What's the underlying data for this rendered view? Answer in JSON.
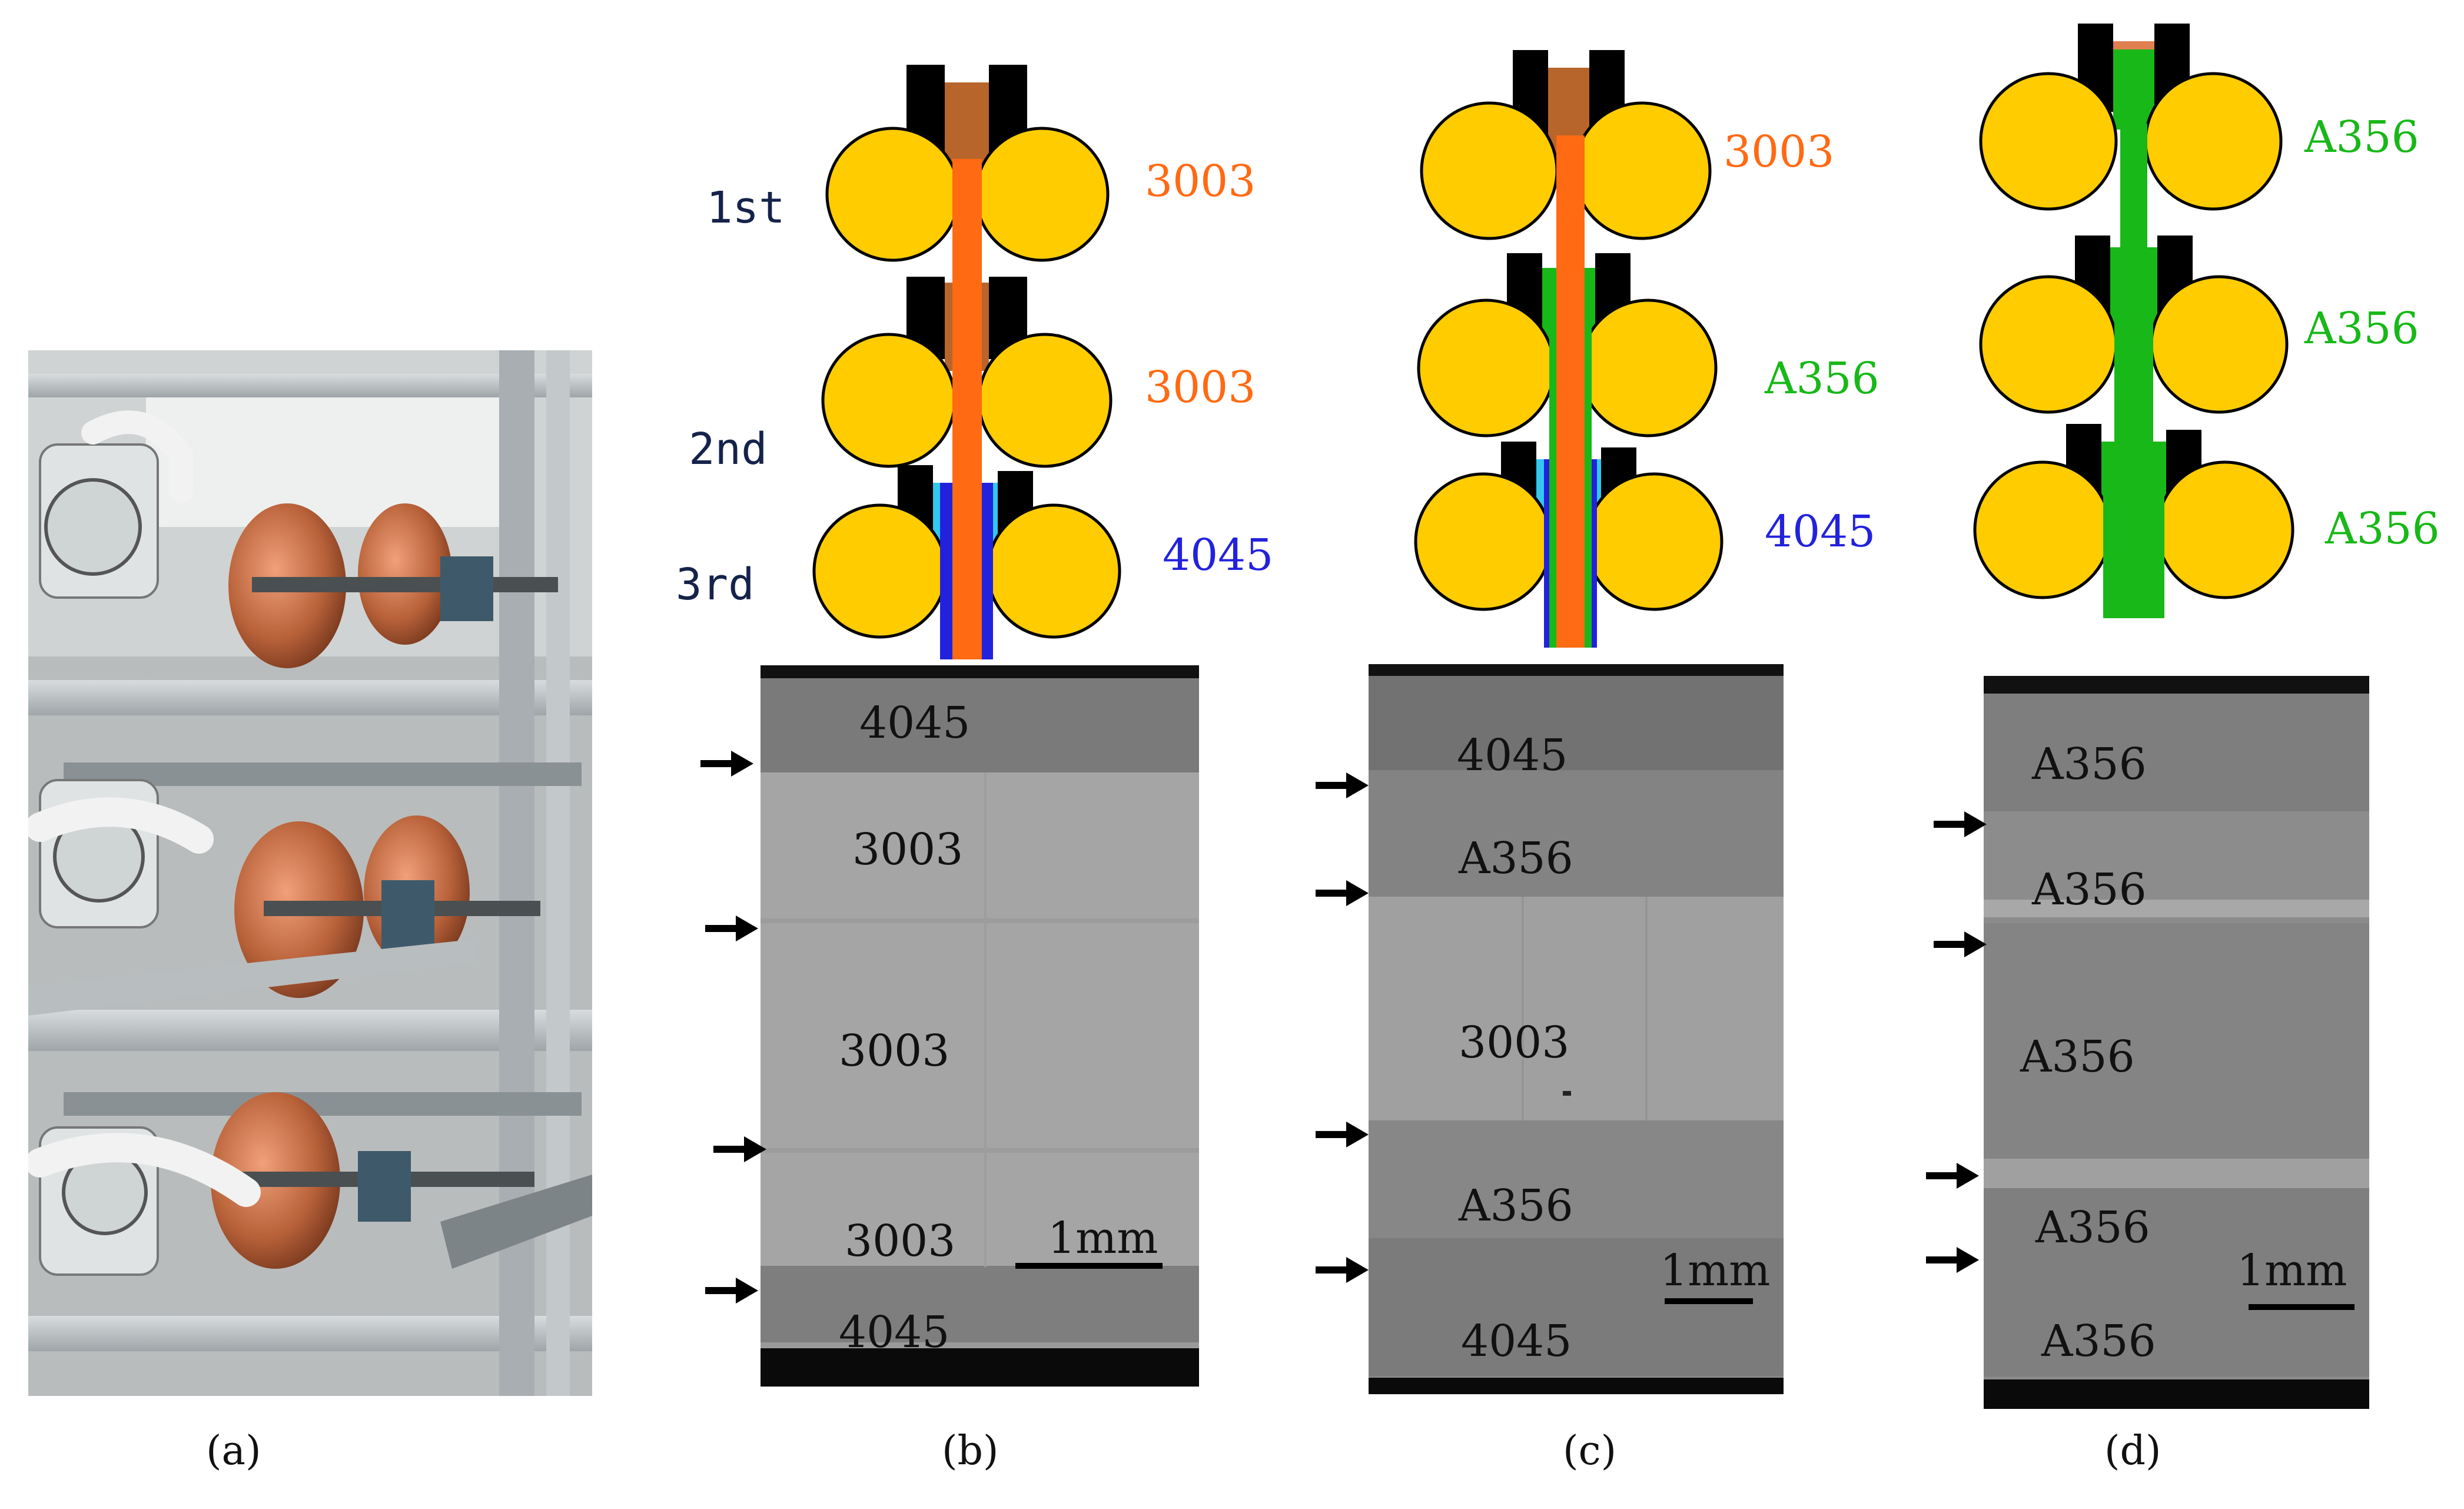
{
  "colors": {
    "roll": "#FFCC00",
    "alloy_3003": "#FF6A13",
    "alloy_4045": "#2222DD",
    "alloy_a356": "#18B818",
    "cyan_melt": "#33C8F0",
    "brown_melt": "#B8652B"
  },
  "panel_a": {
    "caption": "(a)"
  },
  "panel_b": {
    "caption": "(b)",
    "roll_labels": [
      "1st",
      "2nd",
      "3rd"
    ],
    "alloys": [
      "3003",
      "3003",
      "4045"
    ],
    "micro_labels": [
      "4045",
      "3003",
      "3003",
      "3003",
      "4045"
    ],
    "scale": "1mm"
  },
  "panel_c": {
    "caption": "(c)",
    "alloys": [
      "3003",
      "A356",
      "4045"
    ],
    "micro_labels": [
      "4045",
      "A356",
      "3003",
      "A356",
      "4045"
    ],
    "scale": "1mm"
  },
  "panel_d": {
    "caption": "(d)",
    "alloys": [
      "A356",
      "A356",
      "A356"
    ],
    "micro_labels": [
      "A356",
      "A356",
      "A356",
      "A356",
      "A356"
    ],
    "scale": "1mm"
  }
}
